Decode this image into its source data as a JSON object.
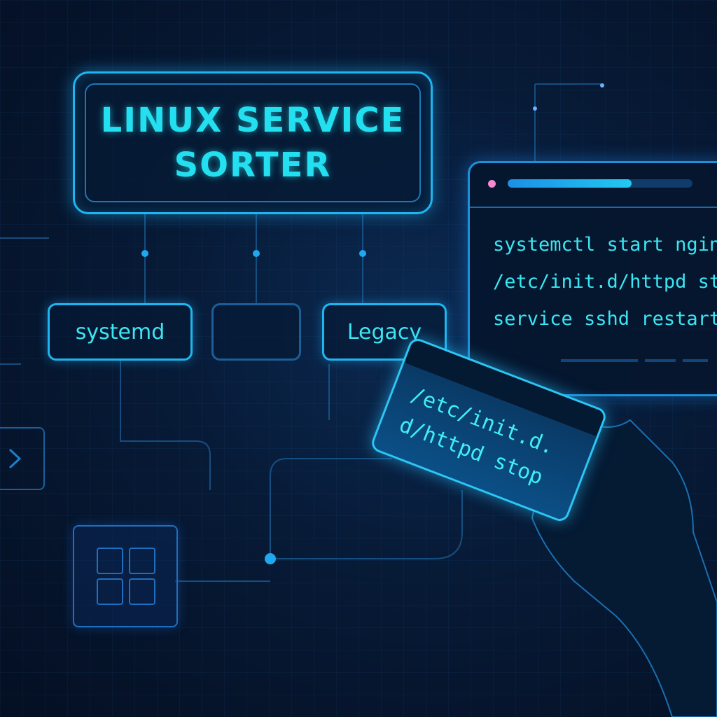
{
  "title": "LINUX SERVICE SORTER",
  "categories": [
    {
      "label": "systemd"
    },
    {
      "label": ""
    },
    {
      "label": "Legacy"
    }
  ],
  "terminal": {
    "progress_percent": 67,
    "commands": [
      "systemctl start nginx",
      "/etc/init.d/httpd stop",
      "service sshd restart"
    ]
  },
  "dragged_card": {
    "lines": [
      "/etc/init.d.",
      "d/httpd stop"
    ]
  },
  "colors": {
    "accent": "#23e0f0",
    "border": "#1fb6f0",
    "background": "#071a36",
    "status_dot": "#f58ad0"
  }
}
